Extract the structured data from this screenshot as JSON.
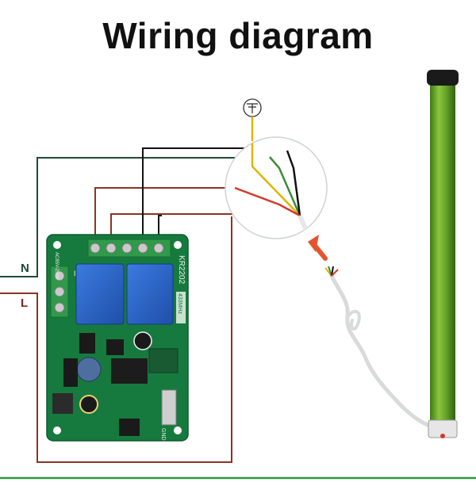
{
  "title": "Wiring diagram",
  "labels": {
    "neutral": "N",
    "live": "L",
    "terminal_in": "IN",
    "board_model": "KR2202",
    "board_freq": "433MHz",
    "gnd": "GND",
    "power_spec": "AC85V-250V"
  },
  "colors": {
    "neutral_wire": "#1f4a36",
    "live_wire": "#8a3424",
    "motor_black_wire": "#111111",
    "motor_green_wire": "#3c8a3a",
    "motor_yellow_wire": "#e0b400",
    "motor_red_wire": "#d23a2a",
    "pcb": "#167a3e",
    "relay": "#2a63c4",
    "motor_tube": "#6aa82a",
    "arrow": "#e5532f",
    "bottom_line": "#2f9a3a"
  },
  "icons": [
    "ground-icon",
    "direction-arrow-icon"
  ]
}
